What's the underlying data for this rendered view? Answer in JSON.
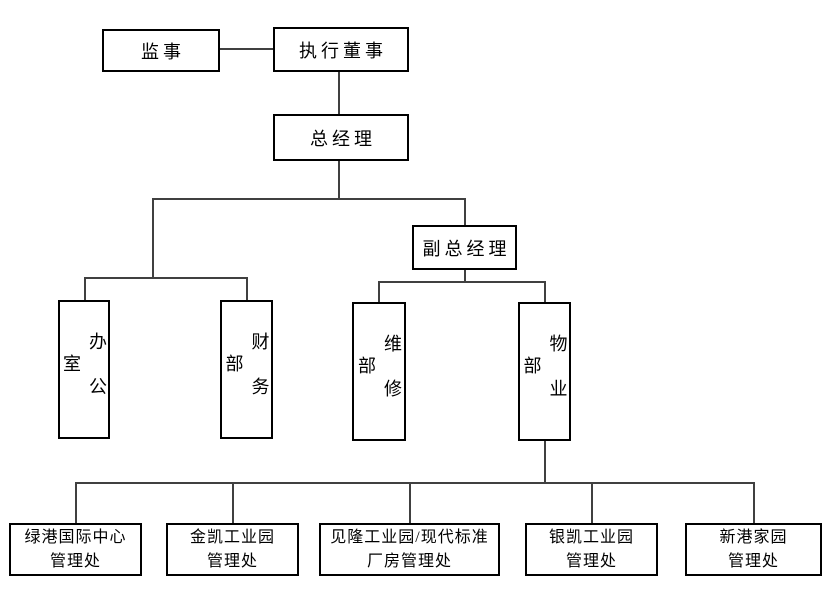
{
  "org_chart": {
    "background_color": "#ffffff",
    "box_border_color": "#000000",
    "connector_color": "#404040",
    "nodes": {
      "supervisor": {
        "label": "监事"
      },
      "executive_director": {
        "label": "执行董事"
      },
      "general_manager": {
        "label": "总经理"
      },
      "deputy_general_manager": {
        "label": "副总经理"
      },
      "office": {
        "label": "办公室"
      },
      "finance_dept": {
        "label": "财务部"
      },
      "maintenance_dept": {
        "label": "维修部"
      },
      "property_dept": {
        "label": "物业部"
      },
      "lvgang_international_center_office": {
        "label": "绿港国际中心\n管理处"
      },
      "jinkai_industrial_park_office": {
        "label": "金凯工业园\n管理处"
      },
      "jianlong_industrial_park_office": {
        "label": "见隆工业园/现代标准\n厂房管理处"
      },
      "yinkai_industrial_park_office": {
        "label": "银凯工业园\n管理处"
      },
      "xingang_home_office": {
        "label": "新港家园\n管理处"
      }
    },
    "edges": [
      {
        "from": "supervisor",
        "to": "executive_director"
      },
      {
        "from": "executive_director",
        "to": "general_manager"
      },
      {
        "from": "general_manager",
        "to": "office"
      },
      {
        "from": "general_manager",
        "to": "finance_dept"
      },
      {
        "from": "general_manager",
        "to": "deputy_general_manager"
      },
      {
        "from": "deputy_general_manager",
        "to": "maintenance_dept"
      },
      {
        "from": "deputy_general_manager",
        "to": "property_dept"
      },
      {
        "from": "property_dept",
        "to": "lvgang_international_center_office"
      },
      {
        "from": "property_dept",
        "to": "jinkai_industrial_park_office"
      },
      {
        "from": "property_dept",
        "to": "jianlong_industrial_park_office"
      },
      {
        "from": "property_dept",
        "to": "yinkai_industrial_park_office"
      },
      {
        "from": "property_dept",
        "to": "xingang_home_office"
      }
    ]
  }
}
